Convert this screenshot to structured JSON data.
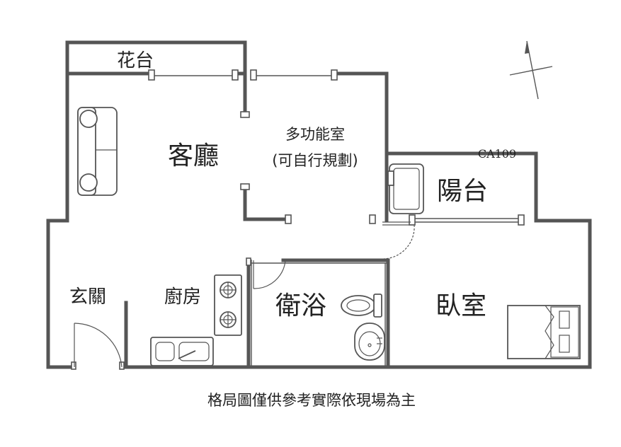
{
  "rooms": {
    "planter": "花台",
    "living_room": "客廳",
    "multipurpose_room": "多功能室",
    "multipurpose_note": "(可自行規劃)",
    "balcony": "陽台",
    "unit_code": "CA109",
    "entrance": "玄關",
    "kitchen": "廚房",
    "bathroom": "衛浴",
    "bedroom": "臥室"
  },
  "footer": {
    "disclaimer": "格局圖僅供參考實際依現場為主"
  },
  "icons": [
    "north-arrow-icon",
    "sofa-icon",
    "stove-icon",
    "sink-icon",
    "toilet-icon",
    "washbasin-icon",
    "bed-icon",
    "window-icon",
    "door-icon"
  ],
  "colors": {
    "walls": "#555555",
    "text": "#222222",
    "background": "#ffffff"
  }
}
